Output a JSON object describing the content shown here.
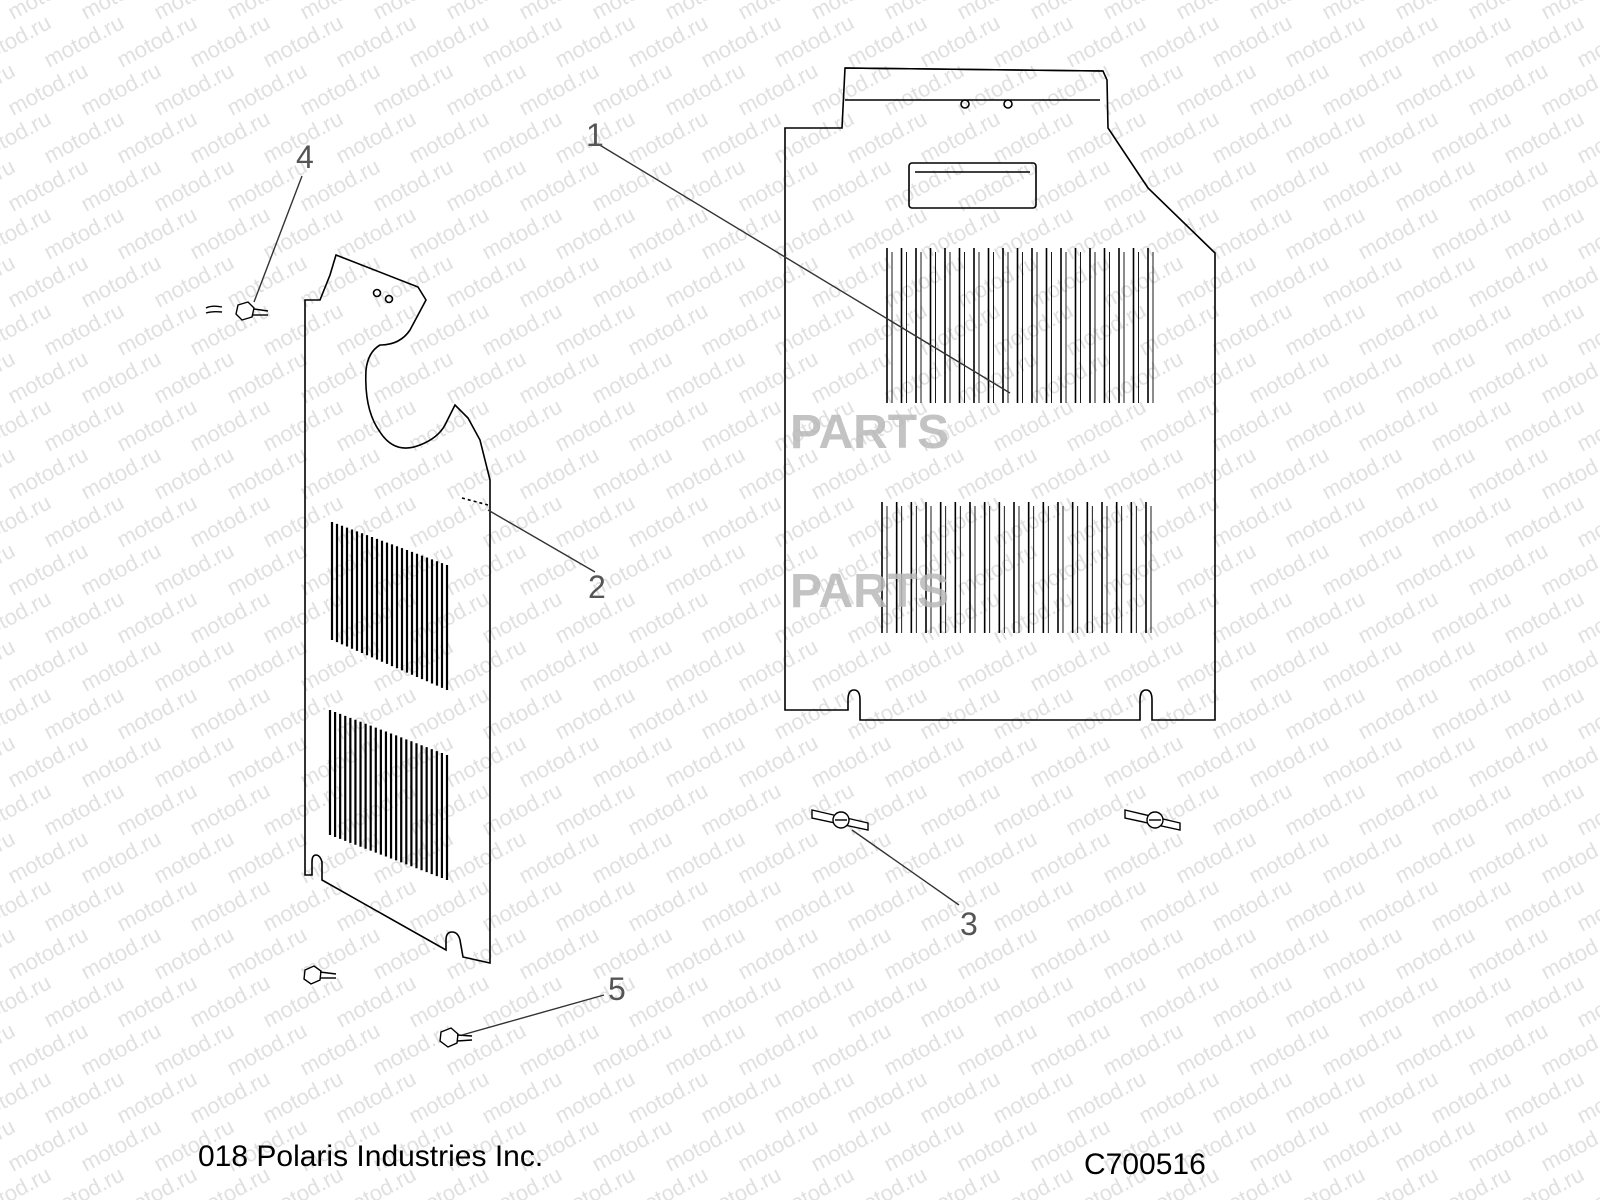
{
  "watermark": {
    "text": "motod.ru"
  },
  "brand_watermark": {
    "text": "PARTS"
  },
  "callouts": {
    "one": "1",
    "two": "2",
    "three": "3",
    "four": "4",
    "five": "5"
  },
  "footer": {
    "copyright": "018 Polaris Industries Inc.",
    "drawing_code": "C700516"
  }
}
